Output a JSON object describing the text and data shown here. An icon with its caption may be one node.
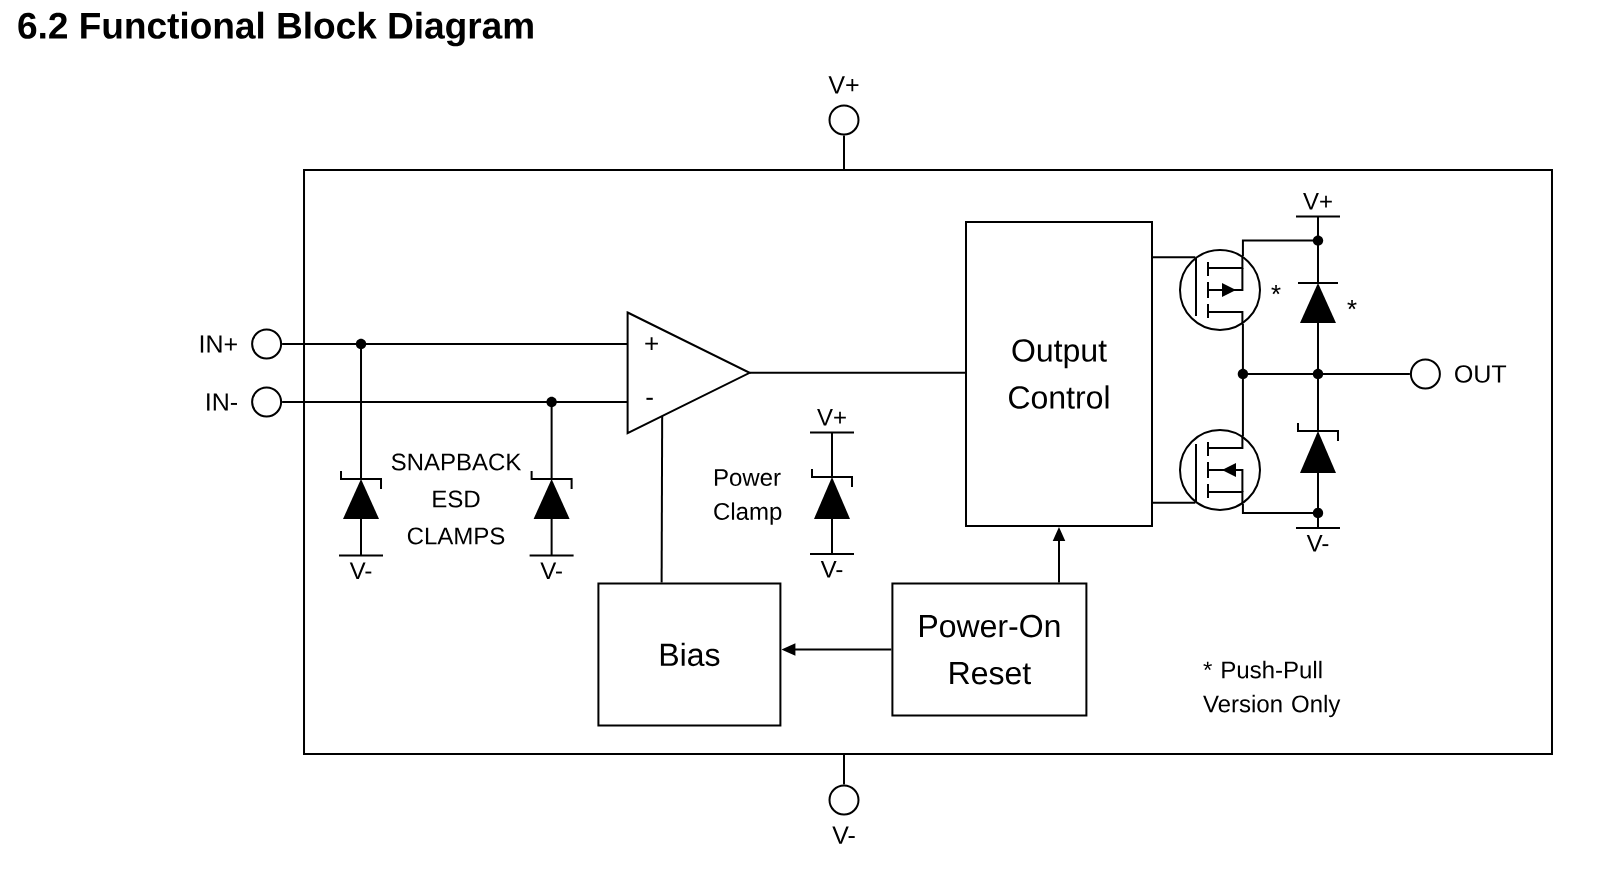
{
  "diagram": {
    "title": "6.2 Functional Block Diagram",
    "nodes": [
      {
        "text": [
          "V+"
        ]
      },
      {
        "text": [],
        "shape": "box"
      },
      {
        "text": [
          "V+"
        ],
        "in": 1
      },
      {
        "text": [
          "IN+"
        ]
      },
      {
        "text": [
          "+",
          "-"
        ],
        "in": 1
      },
      {
        "text": [
          "Output Control"
        ],
        "in": 1
      },
      {
        "text": [],
        "shape": "transistor",
        "beside": [
          "*"
        ],
        "in": 1
      },
      {
        "text": [],
        "shape": "diode",
        "beside": [
          "*"
        ],
        "in": 1
      },
      {
        "text": [
          "OUT"
        ],
        "in": 1
      },
      {
        "text": [
          "IN-"
        ]
      },
      {
        "text": [
          "V+"
        ],
        "in": 1
      },
      {
        "text": [],
        "shape": "diode",
        "in": 1
      },
      {
        "text": [],
        "shape": "diode",
        "in": 1
      },
      {
        "text": [],
        "shape": "diode",
        "beside": [
          "Power Clamp"
        ],
        "in": 1
      },
      {
        "text": [],
        "shape": "transistor",
        "in": 1
      },
      {
        "text": [],
        "shape": "diode",
        "in": 1
      },
      {
        "text": [
          "V-"
        ],
        "in": 1
      },
      {
        "text": [
          "V-"
        ],
        "in": 1
      },
      {
        "text": [
          "V-"
        ],
        "in": 1
      },
      {
        "text": [
          "V-"
        ],
        "in": 1
      },
      {
        "text": [
          "Bias"
        ],
        "in": 1
      },
      {
        "text": [
          "Power-On Reset"
        ],
        "in": 1
      },
      {
        "text": [
          "V-"
        ]
      }
    ],
    "edges": [
      {
        "from": 0,
        "to": 1,
        "arrow": "none"
      },
      {
        "from": 3,
        "to": 4,
        "arrow": "none"
      },
      {
        "from": 3,
        "to": 11,
        "arrow": "none"
      },
      {
        "from": 9,
        "to": 4,
        "arrow": "none"
      },
      {
        "from": 9,
        "to": 12,
        "arrow": "none"
      },
      {
        "from": 4,
        "to": 5,
        "arrow": "none"
      },
      {
        "from": 5,
        "to": 6,
        "arrow": "none"
      },
      {
        "from": 5,
        "to": 14,
        "arrow": "none"
      },
      {
        "from": 6,
        "to": 2,
        "arrow": "none"
      },
      {
        "from": 7,
        "to": 2,
        "arrow": "none"
      },
      {
        "from": 6,
        "to": 8,
        "arrow": "none"
      },
      {
        "from": 14,
        "to": 8,
        "arrow": "none"
      },
      {
        "from": 7,
        "to": 8,
        "arrow": "none"
      },
      {
        "from": 15,
        "to": 8,
        "arrow": "none"
      },
      {
        "from": 14,
        "to": 19,
        "arrow": "none"
      },
      {
        "from": 15,
        "to": 19,
        "arrow": "none"
      },
      {
        "from": 11,
        "to": 16,
        "arrow": "none"
      },
      {
        "from": 12,
        "to": 17,
        "arrow": "none"
      },
      {
        "from": 13,
        "to": 10,
        "arrow": "none"
      },
      {
        "from": 13,
        "to": 18,
        "arrow": "none"
      },
      {
        "from": 20,
        "to": 4,
        "arrow": "none"
      },
      {
        "from": 21,
        "to": 20,
        "arrow": "to"
      },
      {
        "from": 21,
        "to": 5,
        "arrow": "to"
      },
      {
        "from": 22,
        "to": 1,
        "arrow": "none"
      }
    ],
    "labels": [
      "SNAPBACK ESD CLAMPS",
      "* Push-Pull Version Only"
    ]
  }
}
